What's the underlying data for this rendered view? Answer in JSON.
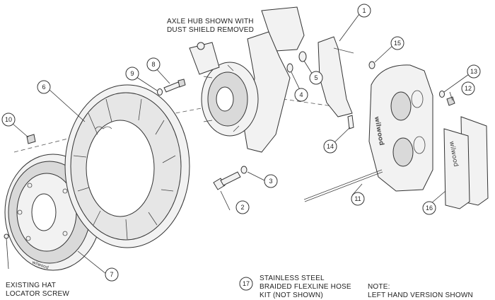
{
  "notes": {
    "axle_hub_line1": "AXLE HUB SHOWN WITH",
    "axle_hub_line2": "DUST SHIELD REMOVED",
    "hat_screw_line1": "EXISTING HAT",
    "hat_screw_line2": "LOCATOR SCREW",
    "hose_line1": "STAINLESS STEEL",
    "hose_line2": "BRAIDED FLEXLINE HOSE",
    "hose_line3": "KIT (NOT SHOWN)",
    "version_line1": "NOTE:",
    "version_line2": "LEFT HAND VERSION SHOWN"
  },
  "callouts": [
    "1",
    "2",
    "3",
    "4",
    "5",
    "6",
    "7",
    "8",
    "9",
    "10",
    "11",
    "12",
    "13",
    "14",
    "15",
    "16",
    "17"
  ],
  "brand_marks": [
    "wilwood",
    "wilwood",
    "wilwood"
  ]
}
